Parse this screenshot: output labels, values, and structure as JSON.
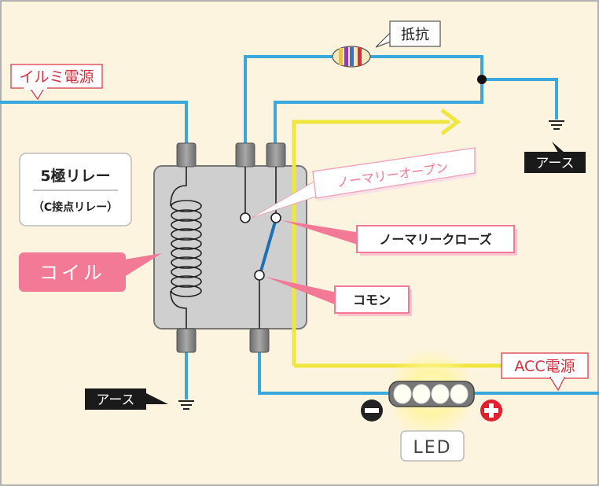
{
  "labels": {
    "illumi_power": "イルミ電源",
    "resistor": "抵抗",
    "earth_top_right": "アース",
    "earth_bottom_left": "アース",
    "relay_type_title": "5極リレー",
    "relay_type_sub": "（C接点リレー）",
    "coil": "コイル",
    "normally_open": "ノーマリーオープン",
    "normally_closed": "ノーマリークローズ",
    "common": "コモン",
    "acc_power": "ACC電源",
    "led": "LED"
  },
  "colors": {
    "background": "#fdf4e0",
    "wire_blue": "#3aa8dc",
    "wire_yellow": "#f0e640",
    "relay_body": "#cfcfcf",
    "pink_label": "#f27a96",
    "pink_light": "#f9c3d0",
    "red_text": "#d6303f",
    "black_label": "#1a1a1a",
    "switch_blue": "#1f6fb8",
    "minus_terminal": "#222222",
    "plus_terminal": "#e0202f"
  },
  "icons": {
    "minus": "minus-terminal-icon",
    "plus": "plus-terminal-icon",
    "ground": "ground-icon"
  }
}
